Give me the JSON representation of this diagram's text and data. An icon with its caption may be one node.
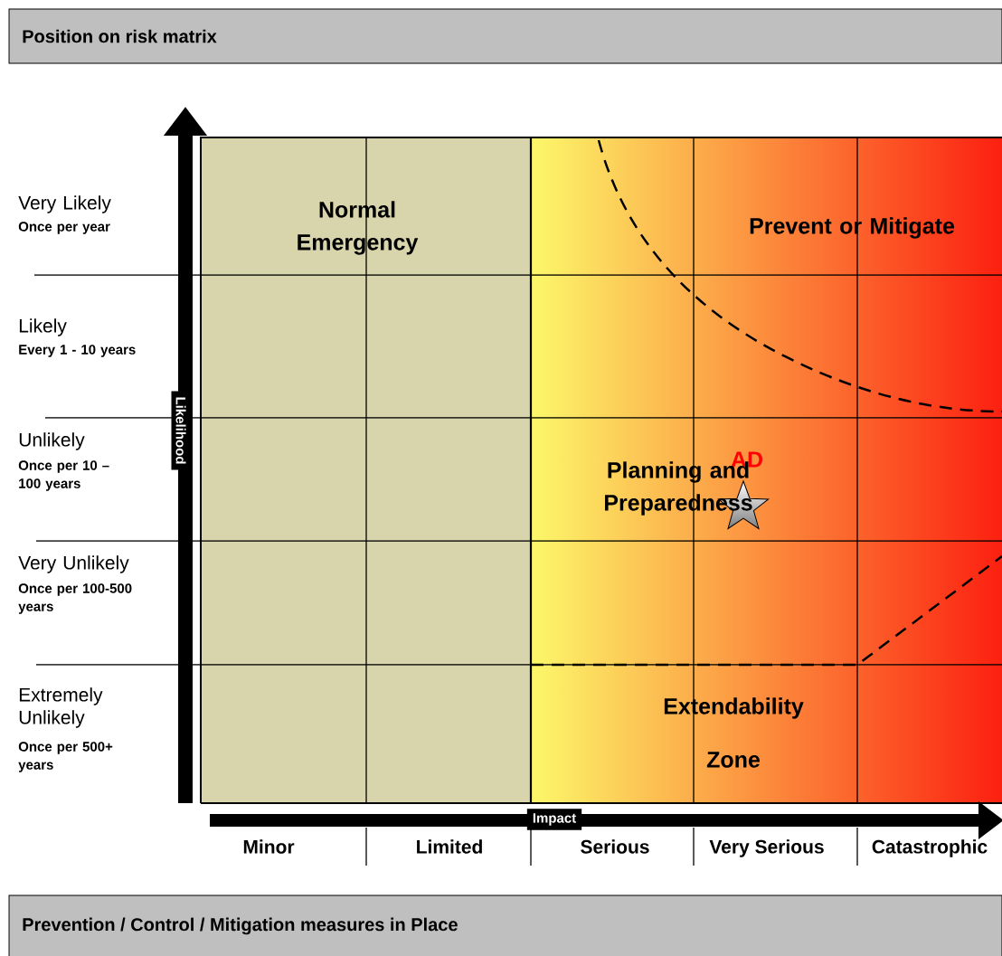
{
  "diagram": {
    "nodes": [
      {
        "text": [
          "Position on risk matrix"
        ]
      },
      {
        "text": [
          "Prevention / Control / Mitigation measures in Place"
        ]
      }
    ],
    "labels": [
      "Very Likely",
      "Once per year",
      "Normal Emergency",
      "Prevent or Mitigate",
      "Likely",
      "Every 1 - 10 years",
      "Likelihood",
      "Unlikely",
      "Once per 10 – 100 years",
      "AD",
      "Planning and Preparedness",
      "Very Unlikely",
      "Once per 100-500 years",
      "Extremely Unlikely",
      "Once per 500+ years",
      "Extendability",
      "Zone",
      "Impact",
      "Minor",
      "Limited",
      "Serious",
      "Very Serious",
      "Catastrophic"
    ]
  }
}
